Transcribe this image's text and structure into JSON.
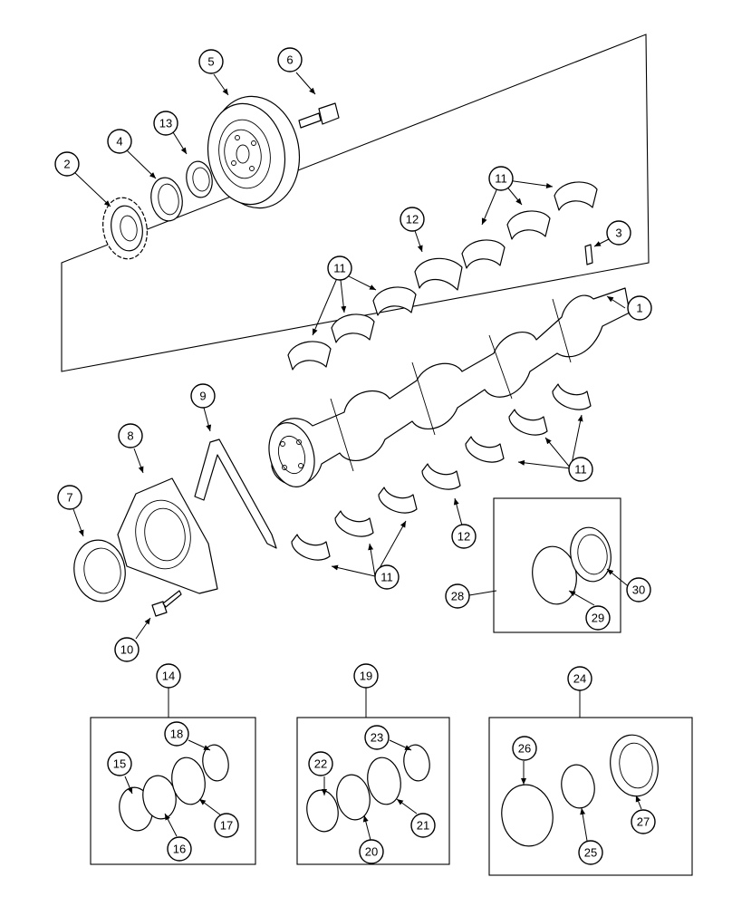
{
  "callouts": [
    "1",
    "2",
    "3",
    "4",
    "5",
    "6",
    "7",
    "8",
    "9",
    "10",
    "11",
    "12",
    "13",
    "14",
    "15",
    "16",
    "17",
    "18",
    "19",
    "20",
    "21",
    "22",
    "23",
    "24",
    "25",
    "26",
    "27",
    "28",
    "29",
    "30"
  ],
  "colors": {
    "ink": "#000000",
    "paper": "#ffffff"
  }
}
